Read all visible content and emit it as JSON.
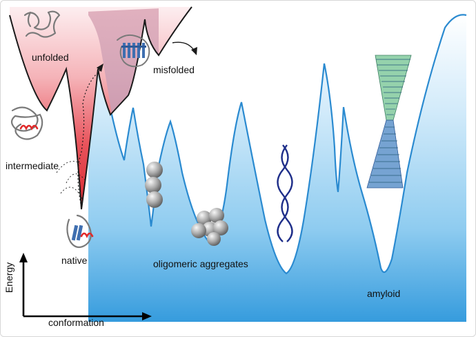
{
  "labels": {
    "unfolded": "unfolded",
    "misfolded": "misfolded",
    "intermediate": "intermediate",
    "native": "native",
    "oligomeric": "oligomeric aggregates",
    "amyloid": "amyloid"
  },
  "axes": {
    "x_label": "conformation",
    "y_label": "Energy"
  },
  "colors": {
    "folding_funnel": "#e8404a",
    "aggregation_landscape": "#3aa3dd",
    "landscape_outline": "#2a8ad0",
    "protein_coil": "#7a7a7a",
    "helix_accent": "#e02a2a",
    "beta_sheet": "#3f6fb0",
    "amyloid_fibril": "#8fd0a8",
    "oligomer_sphere": "#9a9a9a",
    "double_helix": "#1f2f8a"
  }
}
